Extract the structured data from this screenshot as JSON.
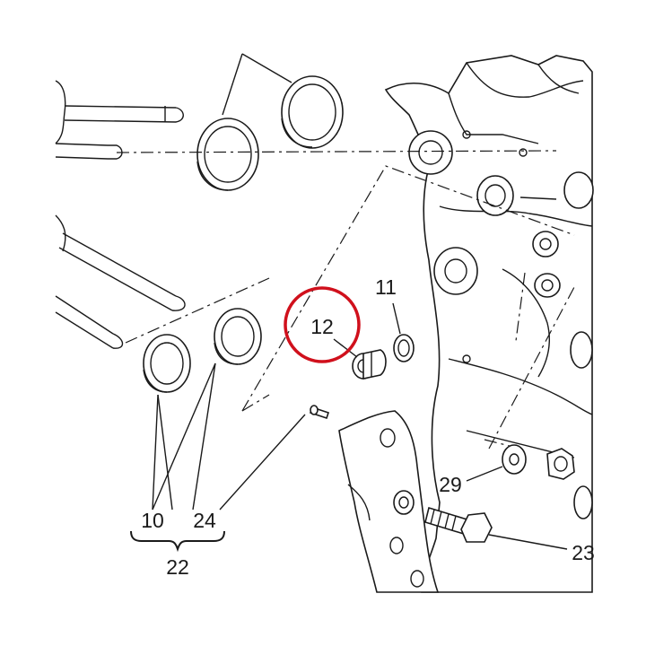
{
  "callouts": {
    "c10": "10",
    "c11": "11",
    "c12": "12",
    "c22": "22",
    "c23": "23",
    "c24": "24",
    "c29": "29"
  },
  "highlight": {
    "target": "12",
    "color": "#d0101c"
  }
}
